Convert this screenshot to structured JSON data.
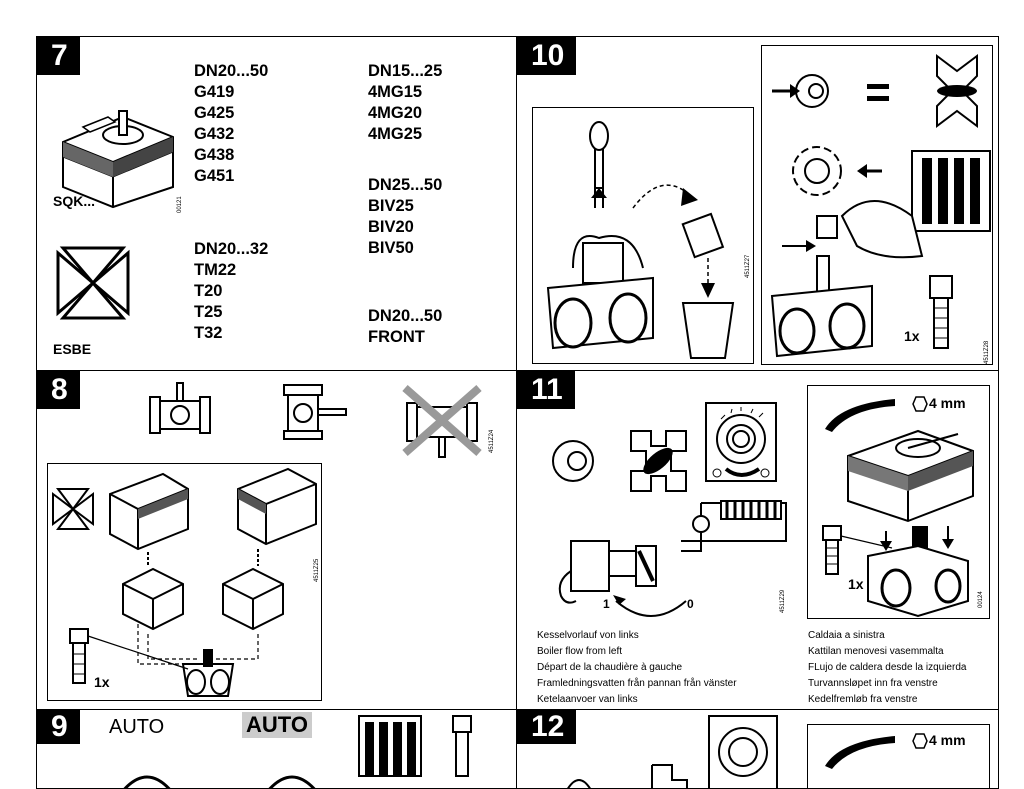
{
  "panel7": {
    "number": "7",
    "col1": [
      "DN20...50",
      "G419",
      "G425",
      "G432",
      "G438",
      "G451"
    ],
    "col2": [
      "DN15...25",
      "4MG15",
      "4MG20",
      "4MG25"
    ],
    "col2b": [
      "DN25...50",
      "BIV25",
      "BIV20",
      "BIV50"
    ],
    "col1b": [
      "DN20...32",
      "TM22",
      "T20",
      "T25",
      "T32"
    ],
    "col2c": [
      "DN20...50",
      "FRONT"
    ],
    "label_sqk": "SQK...",
    "label_esbe": "ESBE",
    "code": "00121"
  },
  "panel8": {
    "number": "8",
    "codeA": "4511Z24",
    "codeB": "4511Z25",
    "qty": "1x"
  },
  "panel9": {
    "number": "9",
    "auto1": "AUTO",
    "auto2": "AUTO"
  },
  "panel10": {
    "number": "10",
    "codeA": "4511Z27",
    "codeB": "4511Z28",
    "qty": "1x"
  },
  "panel11": {
    "number": "11",
    "mm": "4 mm",
    "codeA": "4511Z29",
    "codeB": "00124",
    "qty": "1x",
    "pos1": "1",
    "pos0": "0",
    "left_lines": [
      "Kesselvorlauf von links",
      "Boiler flow from left",
      "Départ de la chaudière à gauche",
      "Framledningsvatten från pannan från vänster",
      "Ketelaanvoer van links"
    ],
    "right_lines": [
      "Caldaia a sinistra",
      "Kattilan menovesi vasemmalta",
      "FLujo de caldera desde la izquierda",
      "Turvannsløpet inn fra venstre",
      "Kedelfremløb fra venstre"
    ]
  },
  "panel12": {
    "number": "12",
    "mm": "4 mm"
  }
}
